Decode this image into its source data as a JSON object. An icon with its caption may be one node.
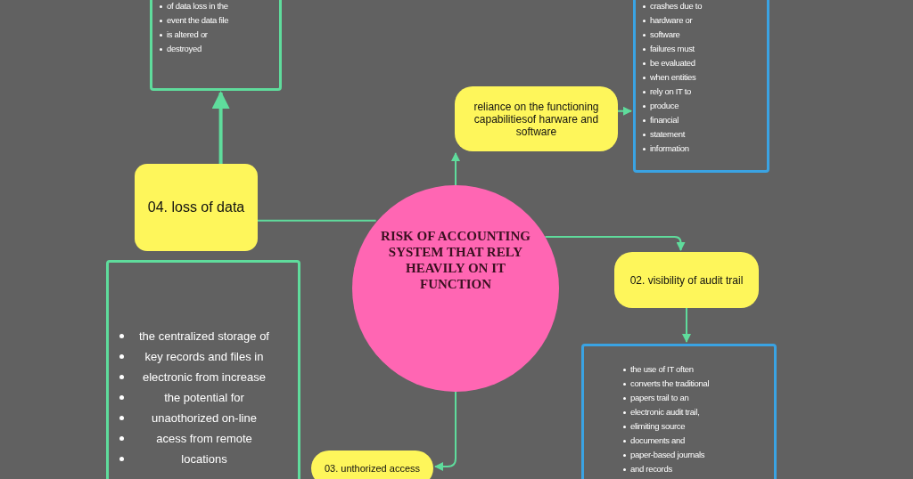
{
  "diagram": {
    "nodes": [
      {
        "text": [
          "RISK OF ACCOUNTING SYSTEM THAT RELY HEAVILY ON IT FUNCTION"
        ]
      },
      {
        "text": [
          "reliance on the functioning capabilitiesof harware and software"
        ]
      },
      {
        "text": [
          "crashes due to",
          "hardware or",
          "software",
          "failures must",
          "be evaluated",
          "when entities",
          "rely on IT to",
          "produce",
          "financial",
          "statement",
          "information"
        ]
      },
      {
        "text": [
          "02. visibility of audit trail"
        ]
      },
      {
        "text": [
          "the use of  IT often",
          "converts the traditional",
          "papers trail to an",
          "electronic  audit trail,",
          "elimiting source",
          "documents and",
          "paper-based journals",
          "and records"
        ]
      },
      {
        "text": [
          "03. unthorized access"
        ]
      },
      {
        "text": [
          "04. loss of data"
        ]
      },
      {
        "text": [
          "of data loss in the",
          "event the data file",
          "is altered or",
          "destroyed"
        ]
      },
      {
        "text": [
          "the centralized storage of",
          "key records and files in",
          "electronic from increase",
          "the potential  for",
          "unaothorized on-line",
          "acess from remote",
          "locations"
        ]
      }
    ],
    "edges": [
      {
        "from": 0,
        "to": 1,
        "arrow": "to"
      },
      {
        "from": 1,
        "to": 2,
        "arrow": "to"
      },
      {
        "from": 0,
        "to": 3,
        "arrow": "to"
      },
      {
        "from": 3,
        "to": 4,
        "arrow": "to"
      },
      {
        "from": 0,
        "to": 5,
        "arrow": "to"
      },
      {
        "from": 6,
        "to": 0,
        "arrow": "none"
      },
      {
        "from": 6,
        "to": 7,
        "arrow": "to",
        "style": "thick"
      }
    ]
  }
}
